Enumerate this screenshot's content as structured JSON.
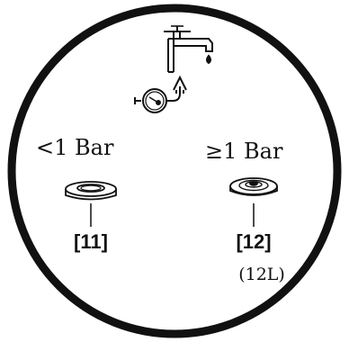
{
  "diagram": {
    "left_option": {
      "pressure_label": "<1 Bar",
      "part_label": "[11]",
      "icon": "flat-washer-icon"
    },
    "right_option": {
      "pressure_label": "≥1 Bar",
      "part_label": "[12]",
      "sub_label": "(12L)",
      "icon": "flow-restrictor-washer-icon"
    },
    "top_icons": [
      "water-tap-icon",
      "pressure-gauge-icon",
      "arrow-up-icon"
    ],
    "colors": {
      "ink": "#111111",
      "background": "#ffffff"
    }
  }
}
